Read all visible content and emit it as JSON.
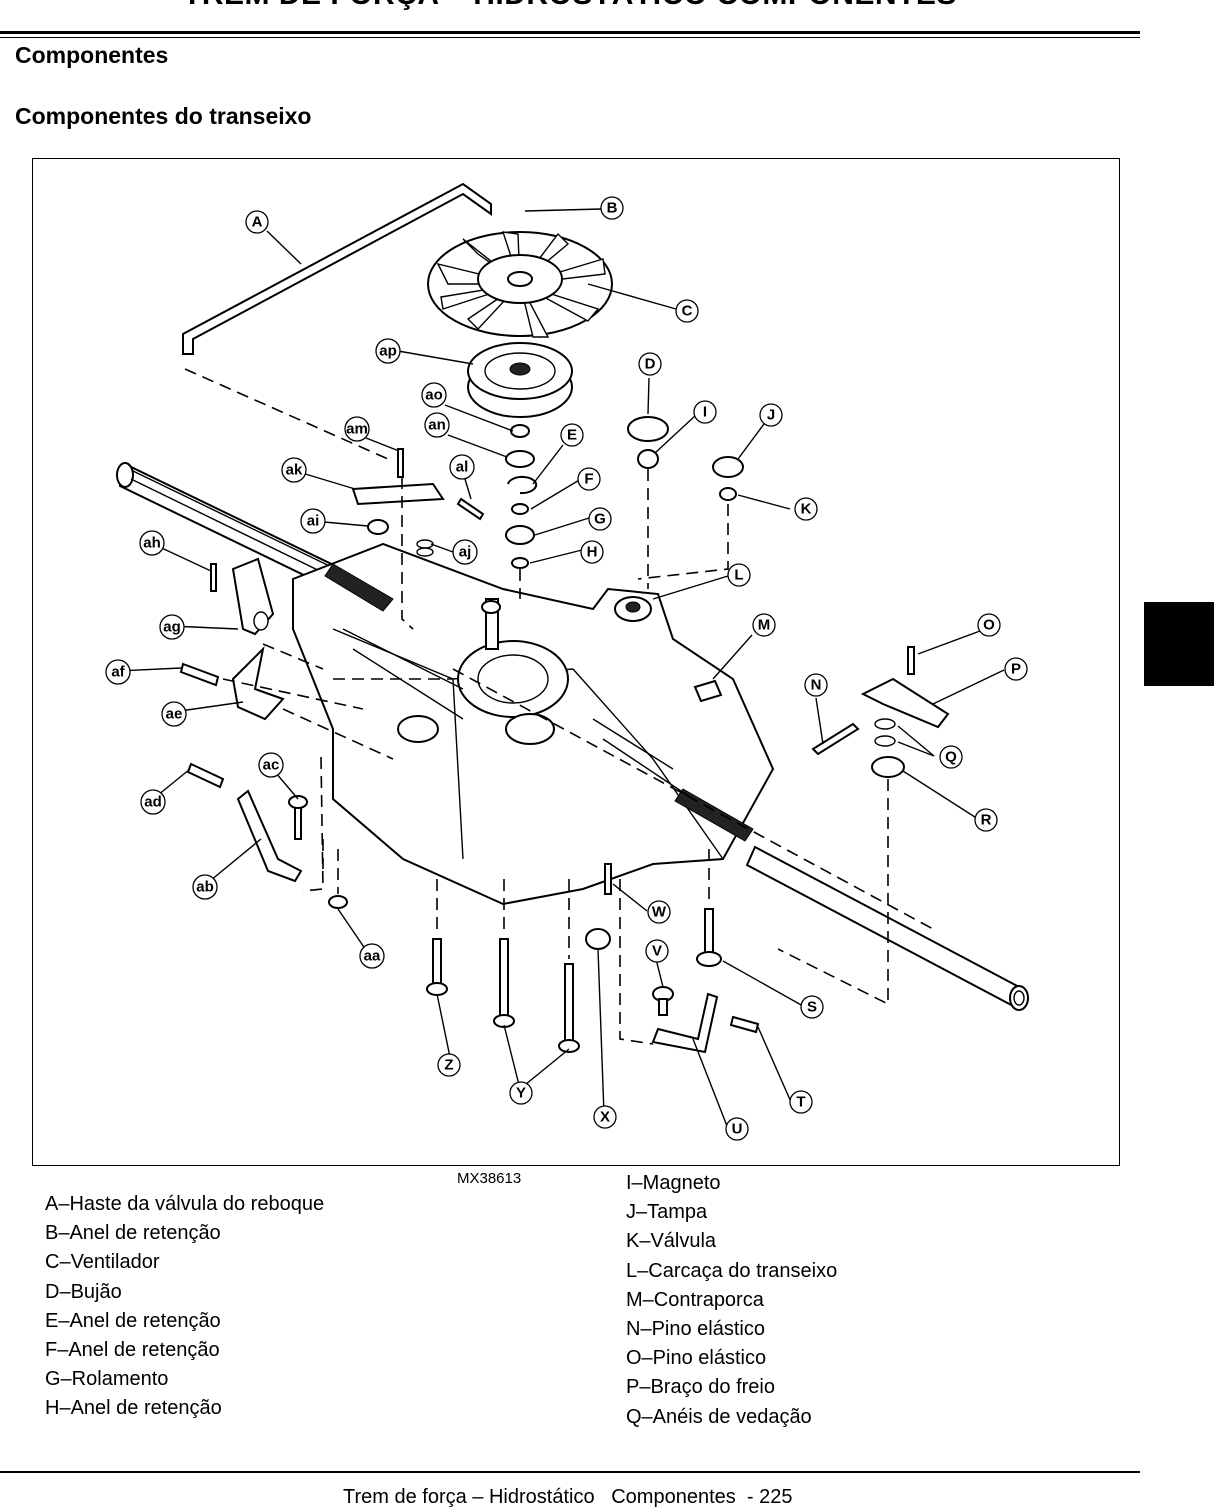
{
  "header": {
    "section_title": "TREM DE FORÇA – HIDROSTÁTICO   COMPONENTES"
  },
  "headings": {
    "main": "Componentes",
    "sub": "Componentes do transeixo"
  },
  "figure": {
    "code": "MX38613",
    "callout_labels": [
      "A",
      "B",
      "C",
      "D",
      "E",
      "F",
      "G",
      "H",
      "I",
      "J",
      "K",
      "L",
      "M",
      "N",
      "O",
      "P",
      "Q",
      "R",
      "S",
      "T",
      "U",
      "V",
      "W",
      "X",
      "Y",
      "Z",
      "aa",
      "ab",
      "ac",
      "ad",
      "ae",
      "af",
      "ag",
      "ah",
      "ai",
      "aj",
      "ak",
      "al",
      "am",
      "an",
      "ao",
      "ap"
    ]
  },
  "legend": {
    "left": [
      "A–Haste da válvula do reboque",
      "B–Anel de retenção",
      "C–Ventilador",
      "D–Bujão",
      "E–Anel de retenção",
      "F–Anel de retenção",
      "G–Rolamento",
      "H–Anel de retenção"
    ],
    "right": [
      "I–Magneto",
      "J–Tampa",
      "K–Válvula",
      "L–Carcaça do transeixo",
      "M–Contraporca",
      "N–Pino elástico",
      "O–Pino elástico",
      "P–Braço do freio",
      "Q–Anéis de vedação"
    ]
  },
  "footer": {
    "text": "Trem de força – Hidrostático   Componentes  - 225"
  }
}
